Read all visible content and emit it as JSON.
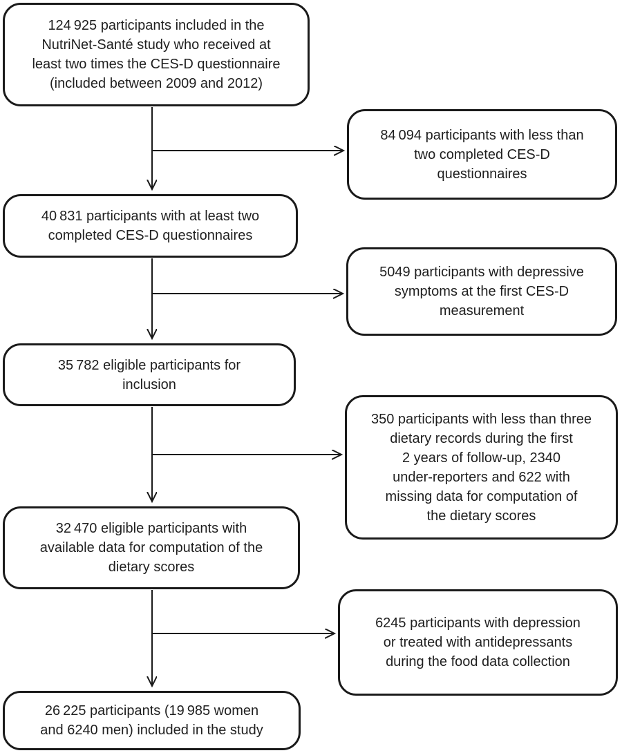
{
  "figure": {
    "type": "participant-flow-diagram",
    "background_color": "#ffffff",
    "line_color": "#1a1a1a",
    "text_color": "#1f1f1f"
  },
  "flow": {
    "main": [
      {
        "id": "initial-cohort",
        "text": "124 925 participants included in the\nNutriNet-Santé study who received at\nleast two times the CES-D questionnaire\n(included between 2009 and 2012)"
      },
      {
        "id": "two-cesd-completed",
        "text": "40 831 participants with at least two\ncompleted CES-D questionnaires"
      },
      {
        "id": "eligible-for-inclusion",
        "text": "35 782 eligible participants for\ninclusion"
      },
      {
        "id": "eligible-with-dietary-data",
        "text": "32 470 eligible participants with\navailable data for computation of the\ndietary scores"
      },
      {
        "id": "final-included",
        "text": "26 225 participants (19 985 women\nand 6240 men) included in the study"
      }
    ],
    "excluded": [
      {
        "id": "less-than-two-cesd",
        "text": "84 094 participants with less than\ntwo completed CES-D\nquestionnaires"
      },
      {
        "id": "depressive-at-first-cesd",
        "text": "5049 participants with depressive\nsymptoms at the first CES-D\nmeasurement"
      },
      {
        "id": "dietary-exclusions",
        "text": "350 participants with less than three\ndietary records during the first\n2 years of follow-up, 2340\nunder-reporters and 622 with\nmissing data for computation of\nthe dietary scores"
      },
      {
        "id": "depression-or-antidepressants",
        "text": "6245 participants with depression\nor treated with antidepressants\nduring the food data collection"
      }
    ]
  }
}
